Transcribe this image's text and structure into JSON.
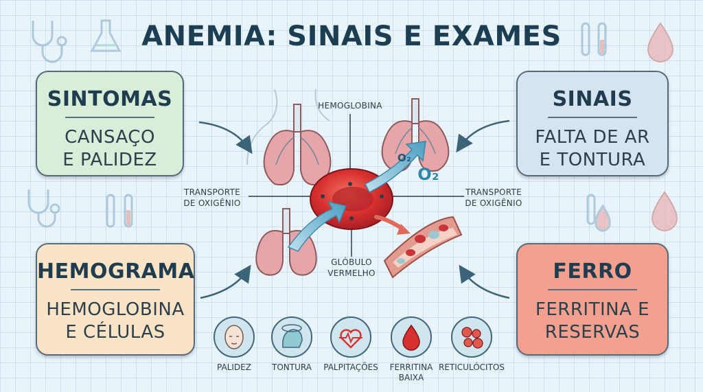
{
  "title": "ANEMIA: SINAIS E EXAMES",
  "cards": {
    "sintomas": {
      "heading": "SINTOMAS",
      "line1": "CANSAÇO",
      "line2": "E PALIDEZ",
      "color": "#d8eed8"
    },
    "sinais": {
      "heading": "SINAIS",
      "line1": "FALTA DE AR",
      "line2": "E TONTURA",
      "color": "#d6e4f2"
    },
    "hemograma": {
      "heading": "HEMOGRAMA",
      "line1": "HEMOGLOBINA",
      "line2": "E CÉLULAS",
      "color": "#fbe3c6"
    },
    "ferro": {
      "heading": "FERRO",
      "line1": "FERRITINA E",
      "line2": "RESERVAS",
      "color": "#f3a08e"
    }
  },
  "center": {
    "hemoglobina": "HEMOGLOBINA",
    "transport_left_1": "TRANSPORTE",
    "transport_left_2": "DE OXIGÊNIO",
    "transport_right_1": "TRANSPORTE",
    "transport_right_2": "DE OXIGÊNIO",
    "globulo_1": "GLÓBULO",
    "globulo_2": "VERMELHO",
    "o2_small": "O₂",
    "o2_large": "O₂"
  },
  "icons": [
    {
      "name": "palidez",
      "label": "PALIDEZ",
      "label2": "",
      "icon": "pale-face-icon"
    },
    {
      "name": "tontura",
      "label": "TONTURA",
      "label2": "",
      "icon": "dizzy-head-icon"
    },
    {
      "name": "palpitacoes",
      "label": "PALPITAÇÕES",
      "label2": "",
      "icon": "heart-pulse-icon"
    },
    {
      "name": "ferritina",
      "label": "FERRITINA",
      "label2": "BAIXA",
      "icon": "blood-drop-icon"
    },
    {
      "name": "reticulocitos",
      "label": "RETICULÓCITOS",
      "label2": "",
      "icon": "cells-icon"
    }
  ],
  "colors": {
    "title": "#1c3e52",
    "rbc": "#d8302f",
    "lung": "#e6a5a8",
    "oxygen_arrow": "#5aa9c9",
    "icon_bg": "#cfe6ee"
  }
}
